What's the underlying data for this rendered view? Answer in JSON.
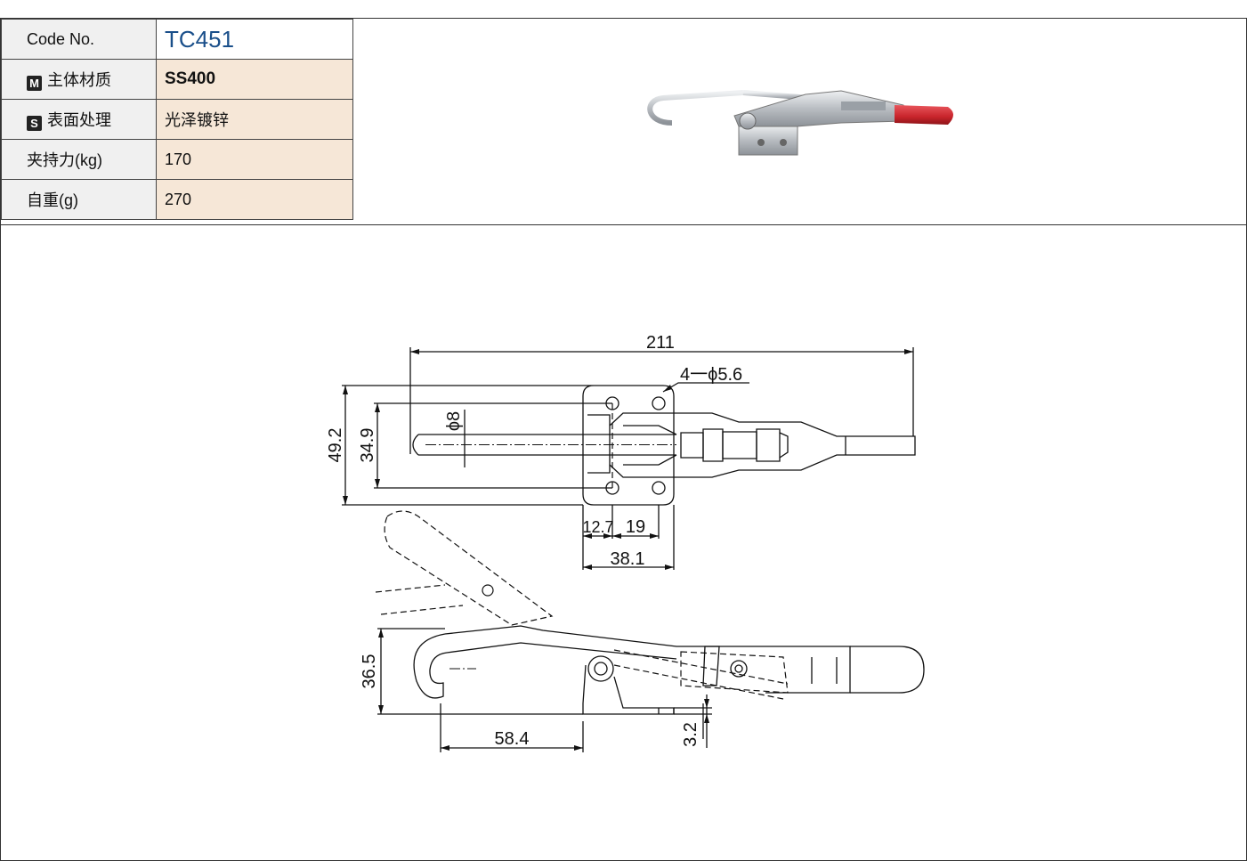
{
  "spec_table": {
    "rows": [
      {
        "label": "Code No.",
        "badge": "",
        "value": "TC451"
      },
      {
        "label": "主体材质",
        "badge": "M",
        "value": "SS400"
      },
      {
        "label": "表面处理",
        "badge": "S",
        "value": "光泽镀锌"
      },
      {
        "label": "夹持力(kg)",
        "badge": "",
        "value": "170"
      },
      {
        "label": "自重(g)",
        "badge": "",
        "value": "270"
      }
    ]
  },
  "product_photo": {
    "icon": "toggle-clamp-photo-icon",
    "handle_color": "#c8242b",
    "body_color": "#c9ccd0"
  },
  "drawing": {
    "dims": {
      "d211": "211",
      "d4phi56": "4一ϕ5.6",
      "d492": "49.2",
      "d349": "34.9",
      "dphi8": "ϕ8",
      "d127": "12.7",
      "d19": "19",
      "d381": "38.1",
      "d365": "36.5",
      "d584": "58.4",
      "d32": "3.2"
    }
  }
}
